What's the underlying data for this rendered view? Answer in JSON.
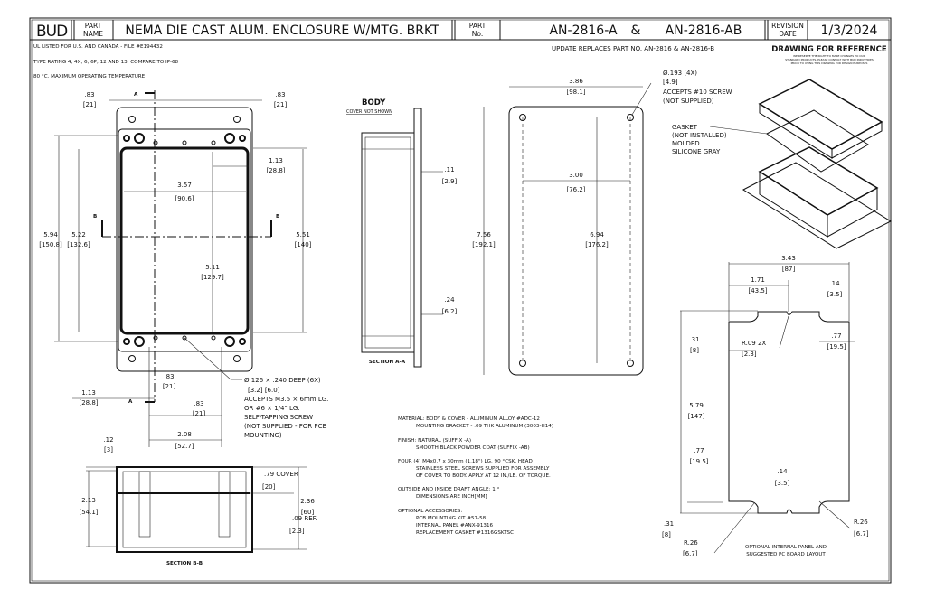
{
  "title_block": {
    "logo": "BUD",
    "part_name_label_1": "PART",
    "part_name_label_2": "NAME",
    "part_name": "NEMA DIE CAST ALUM. ENCLOSURE W/MTG. BRKT",
    "part_no_label_1": "PART",
    "part_no_label_2": "No.",
    "part_no_a": "AN-2816-A",
    "ampersand": "&",
    "part_no_ab": "AN-2816-AB",
    "revision_label_1": "REVISION",
    "revision_label_2": "DATE",
    "revision_date": "1/3/2024"
  },
  "notes_top": [
    "UL LISTED FOR U.S. AND CANADA - FILE #E194432",
    "TYPE RATING 4, 4X, 6, 6P, 12 AND 13, COMPARE TO IP-68",
    "80 °C. MAXIMUM OPERATING TEMPERATURE"
  ],
  "update_note": "UPDATE REPLACES PART NO. AN-2816 & AN-2816-B",
  "reference": {
    "title": "DRAWING FOR REFERENCE",
    "lines": [
      "WE RESERVE THE RIGHT TO MAKE CHANGES TO OUR",
      "STANDARD PRODUCTS. PLEASE CONSULT WITH BUD INDUSTRIES",
      "PRIOR TO USING THIS DRAWING FOR DESIGN PURPOSES"
    ]
  },
  "front_view": {
    "d_top_left": ".83",
    "d_top_left_mm": "[21]",
    "d_top_right": ".83",
    "d_top_right_mm": "[21]",
    "d_113": "1.13",
    "d_113_mm": "[28.8]",
    "d_357": "3.57",
    "d_357_mm": "[90.6]",
    "d_594": "5.94",
    "d_594_mm": "[150.8]",
    "d_522": "5.22",
    "d_522_mm": "[132.6]",
    "d_511": "5.11",
    "d_511_mm": "[129.7]",
    "d_551": "5.51",
    "d_551_mm": "[140]",
    "section_a": "A",
    "section_b": "B",
    "d_bot_113": "1.13",
    "d_bot_113_mm": "[28.8]",
    "d_bot_83a": ".83",
    "d_bot_83a_mm": "[21]",
    "d_bot_83b": ".83",
    "d_bot_83b_mm": "[21]",
    "d_208": "2.08",
    "d_208_mm": "[52.7]",
    "hole_note": [
      "Ø.126 × .240 DEEP (6X)",
      "[3.2]      [6.0]",
      "ACCEPTS M3.5 × 6mm LG.",
      "OR #6 × 1/4\" LG.",
      "SELF-TAPPING SCREW",
      "(NOT SUPPLIED - FOR PCB",
      "MOUNTING)"
    ]
  },
  "section_aa": {
    "title": "BODY",
    "subtitle": "COVER NOT SHOWN",
    "label": "SECTION A-A",
    "d_11": ".11",
    "d_11_mm": "[2.9]",
    "d_24": ".24",
    "d_24_mm": "[6.2]"
  },
  "cover_view": {
    "d_386": "3.86",
    "d_386_mm": "[98.1]",
    "d_300": "3.00",
    "d_300_mm": "[76.2]",
    "d_756": "7.56",
    "d_756_mm": "[192.1]",
    "d_694": "6.94",
    "d_694_mm": "[176.2]",
    "hole_note": [
      "Ø.193 (4X)",
      "[4.9]",
      "ACCEPTS #10 SCREW",
      "(NOT SUPPLIED)"
    ]
  },
  "isometric": {
    "gasket_note": [
      "GASKET",
      "(NOT INSTALLED)",
      "MOLDED",
      "SILICONE GRAY"
    ]
  },
  "section_bb": {
    "label": "SECTION B-B",
    "d_12": ".12",
    "d_12_mm": "[3]",
    "d_213": "2.13",
    "d_213_mm": "[54.1]",
    "d_79": ".79  COVER",
    "d_79_mm": "[20]",
    "d_236": "2.36",
    "d_236_mm": "[60]",
    "d_09": ".09  REF.",
    "d_09_mm": "[2.3]"
  },
  "notes_bottom": [
    "MATERIAL: BODY & COVER - ALUMINUM ALLOY #ADC-12",
    "MOUNTING BRACKET - .09 THK ALUMINUM (3003-H14)",
    "FINISH: NATURAL (SUFFIX -A)",
    "SMOOTH BLACK POWDER COAT (SUFFIX -AB)",
    "FOUR (4) M4x0.7 x 30mm (1.18\") LG. 90 °CSK. HEAD",
    "STAINLESS STEEL SCREWS SUPPLIED FOR ASSEMBLY",
    "OF COVER TO BODY. APPLY AT 12 IN./LB. OF TORQUE.",
    "OUTSIDE AND INSIDE DRAFT ANGLE: 1 °",
    "DIMENSIONS ARE INCH[MM]",
    "OPTIONAL ACCESSORIES:",
    "PCB MOUNTING KIT #57-58",
    "INTERNAL PANEL #ANX-91316",
    "REPLACEMENT GASKET #1316GSKTSC"
  ],
  "panel_view": {
    "d_343": "3.43",
    "d_343_mm": "[87]",
    "d_171": "1.71",
    "d_171_mm": "[43.5]",
    "d_14a": ".14",
    "d_14a_mm": "[3.5]",
    "d_31a": ".31",
    "d_31a_mm": "[8]",
    "r_09": "R.09  2X",
    "r_09_mm": "[2.3]",
    "d_77a": ".77",
    "d_77a_mm": "[19.5]",
    "d_579": "5.79",
    "d_579_mm": "[147]",
    "d_77b": ".77",
    "d_77b_mm": "[19.5]",
    "d_14b": ".14",
    "d_14b_mm": "[3.5]",
    "d_31b": ".31",
    "d_31b_mm": "[8]",
    "r_26a": "R.26",
    "r_26a_mm": "[6.7]",
    "r_26b": "R.26",
    "r_26b_mm": "[6.7]",
    "caption_1": "OPTIONAL INTERNAL PANEL AND",
    "caption_2": "SUGGESTED PC BOARD LAYOUT"
  }
}
